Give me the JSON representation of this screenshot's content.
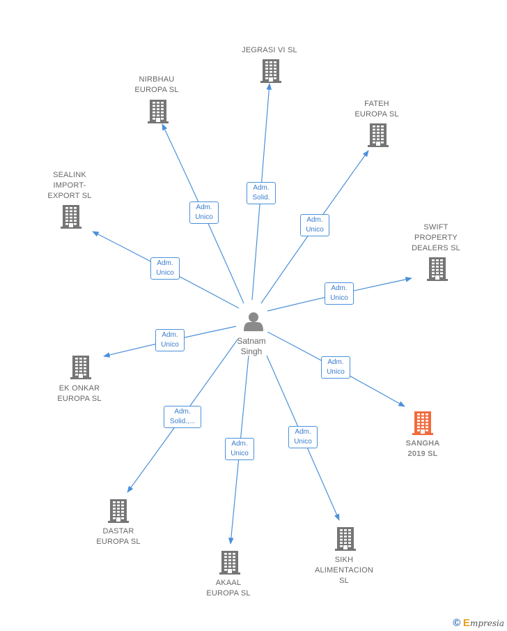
{
  "colors": {
    "edge": "#4a90d9",
    "edge_label": "#3a7ccc",
    "building": "#757575",
    "building_highlight": "#f26a3d",
    "person": "#8a8a8a",
    "text": "#666666"
  },
  "person": {
    "name": "Satnam\nSingh",
    "icon": "person-icon"
  },
  "companies": [
    {
      "id": "jegrasi",
      "name": "JEGRASI VI SL",
      "role": "Adm.\nSolid.",
      "highlight": false
    },
    {
      "id": "nirbhau",
      "name": "NIRBHAU\nEUROPA  SL",
      "role": "Adm.\nUnico",
      "highlight": false
    },
    {
      "id": "fateh",
      "name": "FATEH\nEUROPA  SL",
      "role": "Adm.\nUnico",
      "highlight": false
    },
    {
      "id": "sealink",
      "name": "SEALINK\nIMPORT-\nEXPORT  SL",
      "role": "Adm.\nUnico",
      "highlight": false
    },
    {
      "id": "swift",
      "name": "SWIFT\nPROPERTY\nDEALERS  SL",
      "role": "Adm.\nUnico",
      "highlight": false
    },
    {
      "id": "ekonkar",
      "name": "EK ONKAR\nEUROPA  SL",
      "role": "Adm.\nUnico",
      "highlight": false
    },
    {
      "id": "sangha",
      "name": "SANGHA\n2019  SL",
      "role": "Adm.\nUnico",
      "highlight": true
    },
    {
      "id": "dastar",
      "name": "DASTAR\nEUROPA SL",
      "role": "Adm.\nSolid.,...",
      "highlight": false
    },
    {
      "id": "akaal",
      "name": "AKAAL\nEUROPA  SL",
      "role": "Adm.\nUnico",
      "highlight": false
    },
    {
      "id": "sikh",
      "name": "SIKH\nALIMENTACION\nSL",
      "role": "Adm.\nUnico",
      "highlight": false
    }
  ],
  "footer": {
    "copyright": "©",
    "brand_initial": "E",
    "brand_rest": "mpresia"
  }
}
